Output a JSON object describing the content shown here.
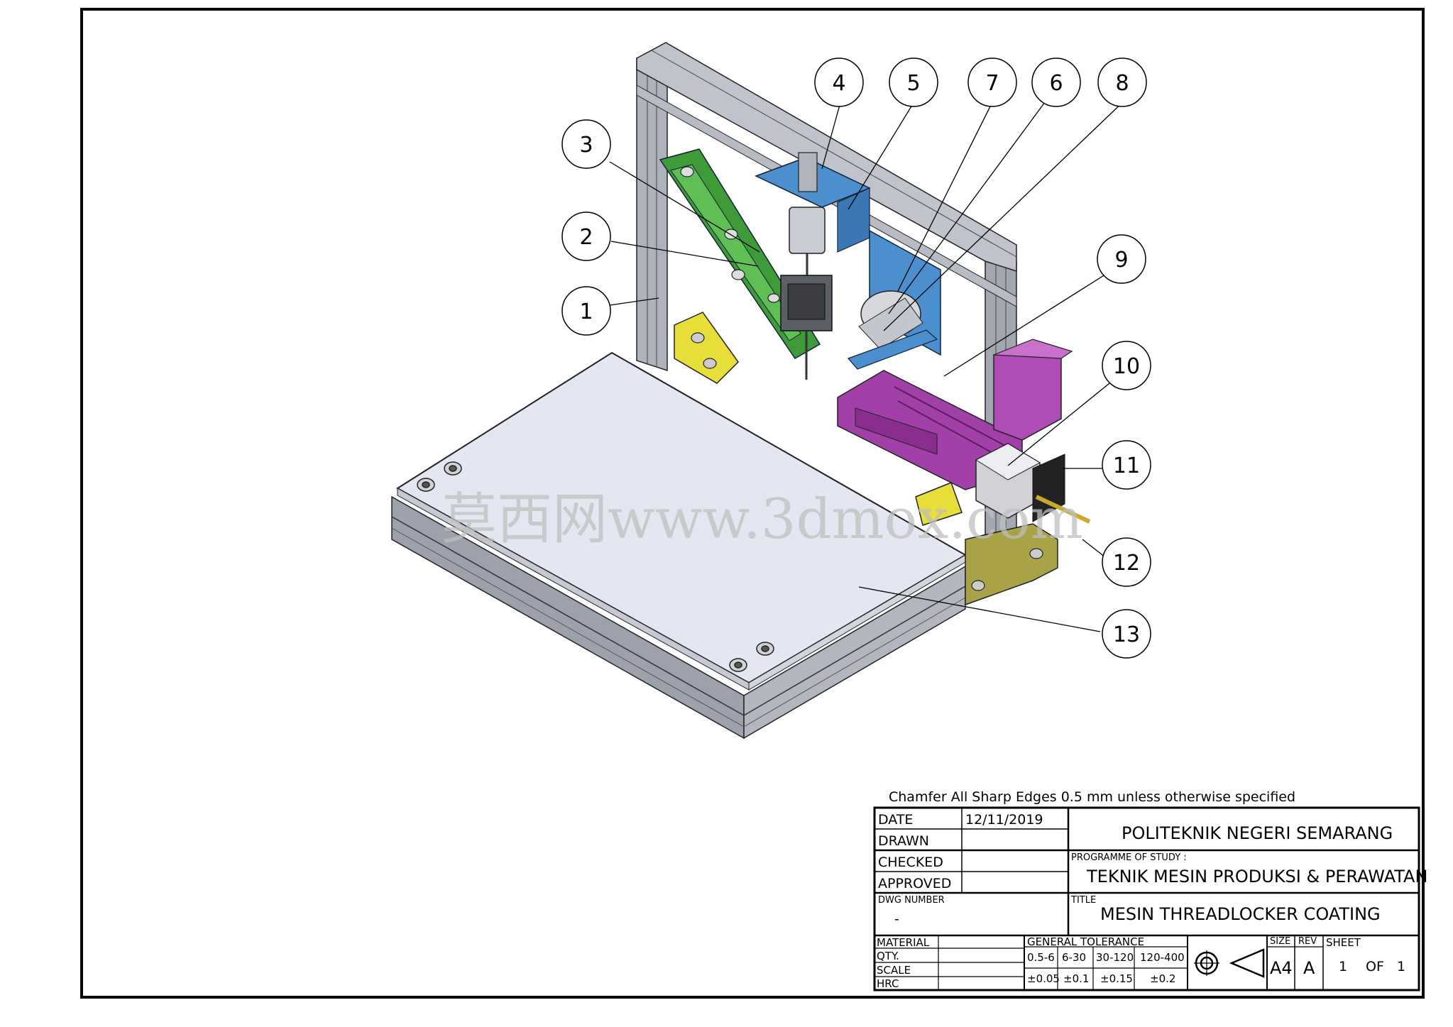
{
  "balloons": [
    "1",
    "2",
    "3",
    "4",
    "5",
    "6",
    "7",
    "8",
    "9",
    "10",
    "11",
    "12",
    "13"
  ],
  "watermark": "莫西网www.3dmox.com",
  "chamfer_note": "Chamfer All Sharp Edges 0.5 mm unless otherwise specified",
  "title_block": {
    "date_label": "DATE",
    "date_value": "12/11/2019",
    "drawn_label": "DRAWN",
    "checked_label": "CHECKED",
    "approved_label": "APPROVED",
    "dwg_number_label": "DWG NUMBER",
    "dwg_number_value": "-",
    "institution": "POLITEKNIK NEGERI SEMARANG",
    "programme_label": "PROGRAMME OF STUDY :",
    "programme_value": "TEKNIK MESIN PRODUKSI & PERAWATAN",
    "title_label": "TITLE",
    "title_value": "MESIN THREADLOCKER COATING",
    "material_label": "MATERIAL",
    "qty_label": "QTY.",
    "scale_label": "SCALE",
    "hrc_label": "HRC",
    "tolerance_label": "GENERAL TOLERANCE",
    "tolerance_ranges": [
      "0.5-6",
      "6-30",
      "30-120",
      "120-400"
    ],
    "tolerance_values": [
      "±0.05",
      "±0.1",
      "±0.15",
      "±0.2"
    ],
    "size_label": "SIZE",
    "size_value": "A4",
    "rev_label": "REV",
    "rev_value": "A",
    "sheet_label": "SHEET",
    "sheet_num": "1",
    "sheet_of": "OF",
    "sheet_total": "1"
  },
  "colors": {
    "frame_steel": "#b9bcc4",
    "base_plate": "#e4e7f1",
    "arm_green": "#3f9a3a",
    "bracket_blue": "#4b8fcf",
    "holder_purple": "#a23fa8",
    "bracket_yellow": "#e7de3a",
    "bracket_olive": "#a9a247"
  }
}
